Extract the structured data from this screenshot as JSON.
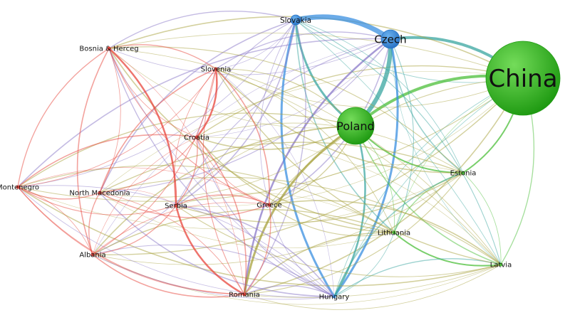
{
  "colors": {
    "red": "#e8453c",
    "red_light": "#f08a80",
    "blue": "#3a8fe0",
    "green": "#4cbf3a",
    "olive": "#a7a13c",
    "purple": "#8a78c8",
    "teal": "#3aa6a0",
    "node_green_light": "#74dc5a",
    "node_green_dark": "#1f9a12",
    "node_blue_light": "#6ab1ee",
    "node_blue_dark": "#2a74c6"
  },
  "nodes": [
    {
      "id": "china",
      "label": "China",
      "group": "green",
      "size": "xl"
    },
    {
      "id": "czech",
      "label": "Czech",
      "group": "blue",
      "size": "m"
    },
    {
      "id": "slovakia",
      "label": "Slovakia",
      "group": "blue",
      "size": "s"
    },
    {
      "id": "poland",
      "label": "Poland",
      "group": "green",
      "size": "l"
    },
    {
      "id": "estonia",
      "label": "Estonia",
      "group": "green",
      "size": "xs"
    },
    {
      "id": "lithuania",
      "label": "Lithuania",
      "group": "green",
      "size": "xs"
    },
    {
      "id": "latvia",
      "label": "Latvia",
      "group": "green",
      "size": "xs"
    },
    {
      "id": "hungary",
      "label": "Hungary",
      "group": "blue",
      "size": "xs"
    },
    {
      "id": "romania",
      "label": "Romania",
      "group": "red",
      "size": "xs"
    },
    {
      "id": "greece",
      "label": "Greece",
      "group": "red",
      "size": "xs"
    },
    {
      "id": "serbia",
      "label": "Serbia",
      "group": "red",
      "size": "xs"
    },
    {
      "id": "croatia",
      "label": "Croatia",
      "group": "red",
      "size": "xs"
    },
    {
      "id": "slovenia",
      "label": "Slovenia",
      "group": "red",
      "size": "xs"
    },
    {
      "id": "bosnia",
      "label": "Bosnia & Herceg",
      "group": "red",
      "size": "xs"
    },
    {
      "id": "montenegro",
      "label": "Montenegro",
      "group": "red",
      "size": "xs"
    },
    {
      "id": "north_macedonia",
      "label": "North Macedonia",
      "group": "red",
      "size": "xs"
    },
    {
      "id": "albania",
      "label": "Albania",
      "group": "red",
      "size": "xs"
    }
  ]
}
